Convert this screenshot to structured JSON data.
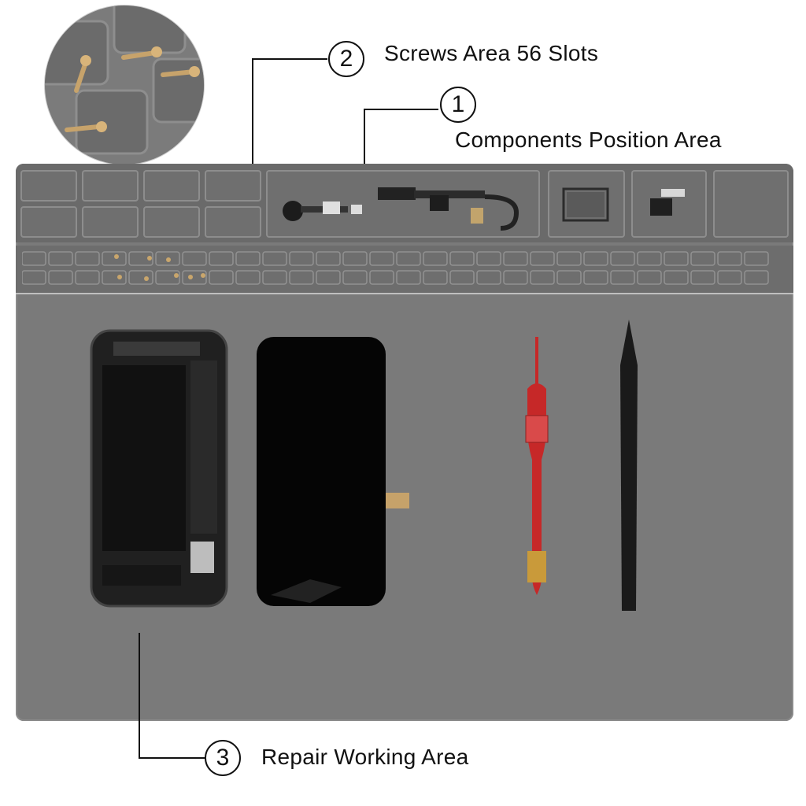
{
  "callouts": {
    "screws": {
      "number": "2",
      "label": "Screws Area 56 Slots"
    },
    "components": {
      "number": "1",
      "label": "Components Position Area"
    },
    "working": {
      "number": "3",
      "label": "Repair Working Area"
    }
  },
  "colors": {
    "mat": "#7a7a7a",
    "slot_border": "#8d8d8d",
    "screwdriver": "#c62828",
    "callout_line": "#111111"
  },
  "icons": [
    "screw-icon",
    "phone-internals-icon",
    "phone-screen-icon",
    "screwdriver-icon",
    "spudger-icon",
    "sim-tray-icon"
  ]
}
